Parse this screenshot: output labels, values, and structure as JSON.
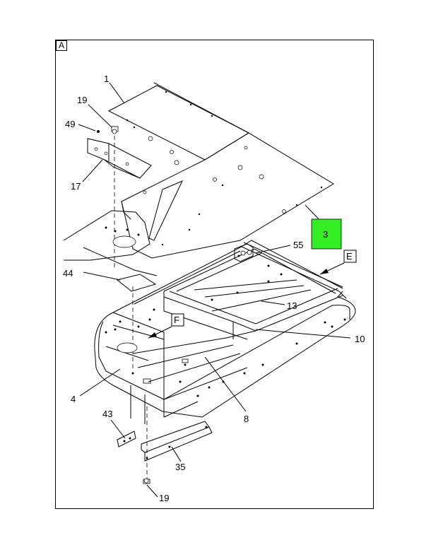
{
  "view_label": "A",
  "callouts": {
    "p1": "1",
    "p19_top": "19",
    "p49": "49",
    "p17": "17",
    "p3": "3",
    "p55": "55",
    "pE": "E",
    "p44": "44",
    "p13": "13",
    "pF": "F",
    "p10": "10",
    "p4": "4",
    "p8": "8",
    "p43": "43",
    "p35": "35",
    "p19_bottom": "19"
  },
  "colors": {
    "highlight": "#33ee22"
  }
}
